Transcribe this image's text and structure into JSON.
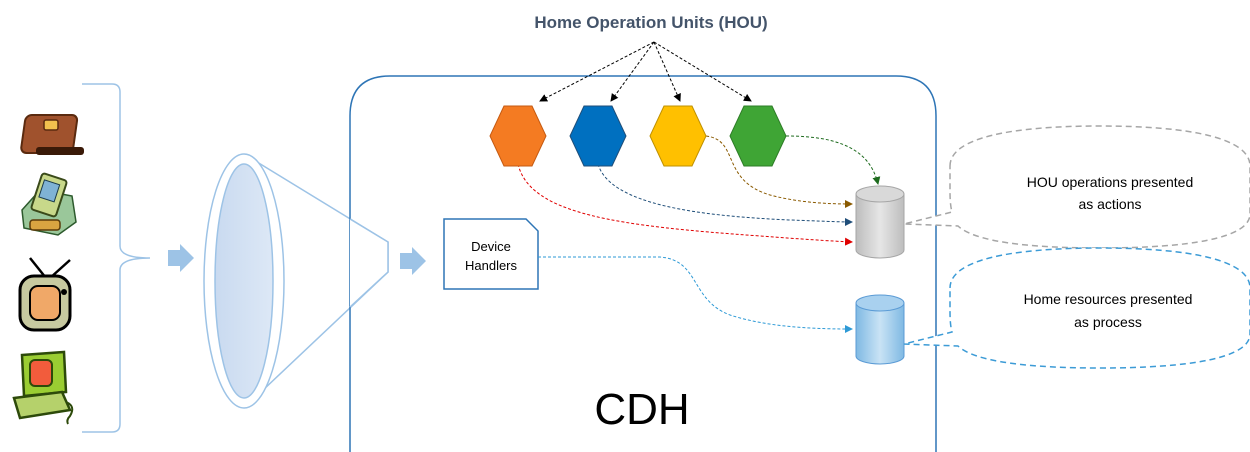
{
  "title": "Home Operation Units (HOU)",
  "cdh_label": "CDH",
  "device_handlers": {
    "line1": "Device",
    "line2": "Handlers"
  },
  "hou_hexagons": [
    {
      "color": "#f47b22",
      "stroke": "#c55a11"
    },
    {
      "color": "#0070c0",
      "stroke": "#1f4e79"
    },
    {
      "color": "#ffc000",
      "stroke": "#bf9000"
    },
    {
      "color": "#3fa535",
      "stroke": "#2e7d27"
    }
  ],
  "callouts": {
    "actions": {
      "line1": "HOU operations presented",
      "line2": "as actions",
      "border_color": "#a6a6a6"
    },
    "process": {
      "line1": "Home resources presented",
      "line2": "as process",
      "border_color": "#3c9bd6"
    }
  },
  "devices": [
    "weighing-scale-icon",
    "pda-icon",
    "television-icon",
    "computer-icon"
  ],
  "colors": {
    "cdh_border": "#2e75b6",
    "bracket": "#9dc3e6",
    "arrow_fill": "#9dc3e6",
    "hou_arrows": "#000000",
    "orange_link": "#ff0000",
    "blue_link": "#1f4e79",
    "yellow_link": "#c55a11",
    "green_link": "#1e6b1e"
  }
}
